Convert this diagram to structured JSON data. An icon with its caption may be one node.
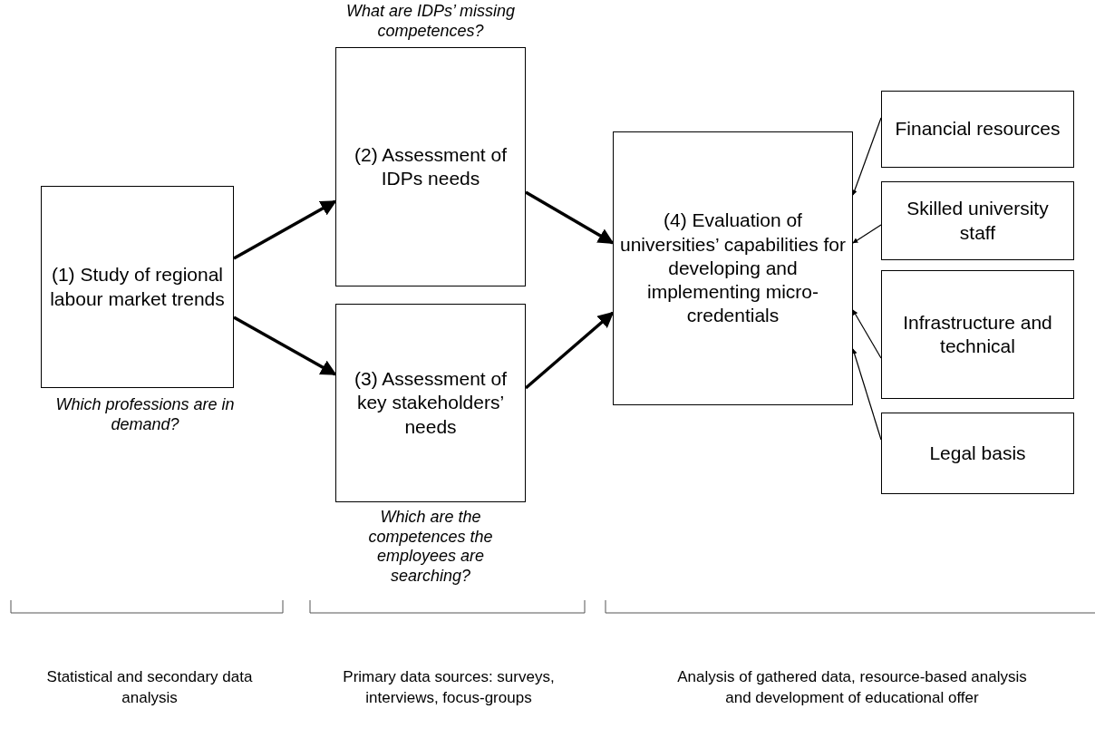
{
  "diagram": {
    "nodes": [
      {
        "text": [
          "(1) Study of regional labour market trends"
        ],
        "beside": [
          "Which professions are in demand?"
        ]
      },
      {
        "text": [
          "(2) Assessment of IDPs needs"
        ],
        "beside": [
          "What are IDPs’ missing competences?"
        ]
      },
      {
        "text": [
          "(3) Assessment of key stakeholders’ needs"
        ],
        "beside": [
          "Which are the competences the employees are searching?"
        ]
      },
      {
        "text": [
          "(4) Evaluation of universities’ capabilities for developing and implementing micro-credentials"
        ]
      },
      {
        "text": [
          "Financial resources"
        ]
      },
      {
        "text": [
          "Skilled university staff"
        ]
      },
      {
        "text": [
          "Infrastructure and technical"
        ]
      },
      {
        "text": [
          "Legal basis"
        ]
      }
    ],
    "edges": [
      {
        "from": 0,
        "to": 1,
        "arrow": "to",
        "style": "thick"
      },
      {
        "from": 0,
        "to": 2,
        "arrow": "to",
        "style": "thick"
      },
      {
        "from": 1,
        "to": 3,
        "arrow": "to",
        "style": "thick"
      },
      {
        "from": 2,
        "to": 3,
        "arrow": "to",
        "style": "thick"
      },
      {
        "from": 4,
        "to": 3,
        "arrow": "to"
      },
      {
        "from": 5,
        "to": 3,
        "arrow": "to"
      },
      {
        "from": 6,
        "to": 3,
        "arrow": "to"
      },
      {
        "from": 7,
        "to": 3,
        "arrow": "to"
      }
    ],
    "labels": [
      "Statistical and secondary data analysis",
      "Primary data sources: surveys, interviews, focus-groups",
      "Analysis of gathered data, resource-based analysis and development of educational offer"
    ]
  }
}
